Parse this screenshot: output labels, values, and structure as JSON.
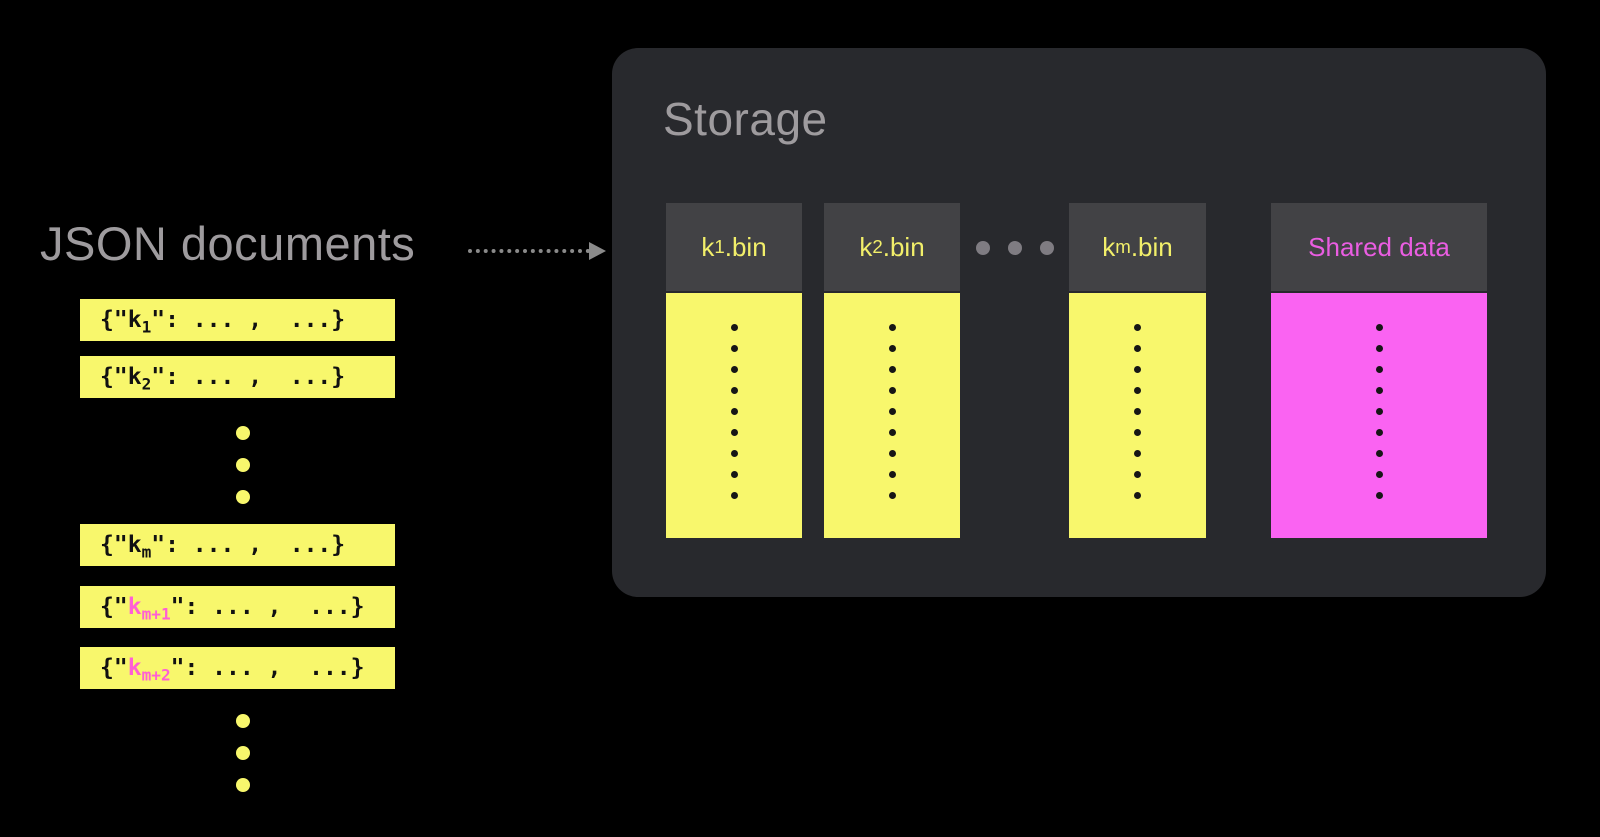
{
  "left": {
    "title": "JSON documents",
    "bars": [
      {
        "open": "{\"",
        "key": "k",
        "sub": "1",
        "close": "\": ... ,  ...}",
        "highlighted": false
      },
      {
        "open": "{\"",
        "key": "k",
        "sub": "2",
        "close": "\": ... ,  ...}",
        "highlighted": false
      },
      {
        "open": "{\"",
        "key": "k",
        "sub": "m",
        "close": "\": ... ,  ...}",
        "highlighted": false
      },
      {
        "open": "{\"",
        "key": "k",
        "sub": "m+1",
        "close": "\": ... ,  ...}",
        "highlighted": true
      },
      {
        "open": "{\"",
        "key": "k",
        "sub": "m+2",
        "close": "\": ... ,  ...}",
        "highlighted": true
      }
    ],
    "ellipsis_dots": 3
  },
  "storage": {
    "title": "Storage",
    "columns": [
      {
        "key": "k",
        "sub": "1",
        "suffix": ".bin",
        "type": "bin"
      },
      {
        "key": "k",
        "sub": "2",
        "suffix": ".bin",
        "type": "bin"
      },
      {
        "key": "k",
        "sub": "m",
        "suffix": ".bin",
        "type": "bin"
      },
      {
        "label": "Shared data",
        "type": "shared"
      }
    ],
    "column_dots": 9,
    "ellipsis_dots": 3
  },
  "colors": {
    "background": "#000000",
    "yellow": "#F8F76C",
    "magenta": "#FA63F2",
    "shared_header_text": "#EA5DE2",
    "highlight_key_pink": "#FF5FD4",
    "label_gray": "#9E9B9E",
    "storage_box": "#28292D",
    "column_header_bg": "#424245",
    "bin_header_text": "#F2EF6A",
    "ellipsis_gray": "#7F7C82"
  }
}
